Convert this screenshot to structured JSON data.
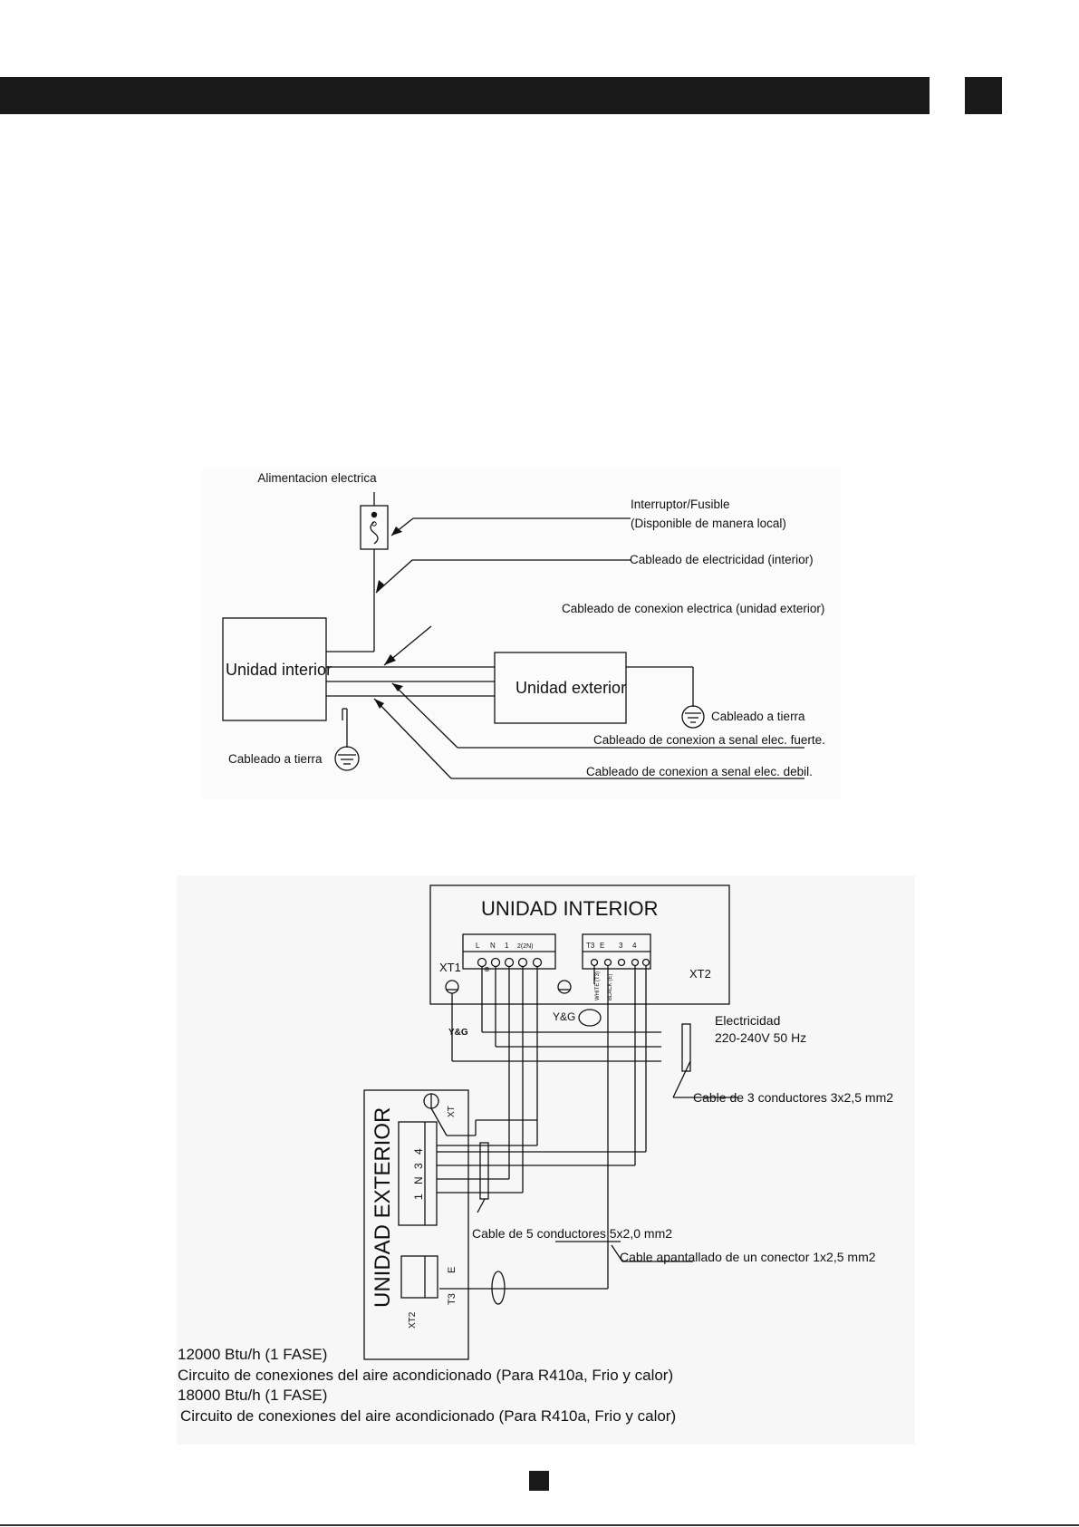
{
  "colors": {
    "bar": "#1a1a1a",
    "line": "#111111",
    "figure_bg": "#f7f7f7"
  },
  "figure1": {
    "power_supply": "Alimentacion electrica",
    "switch_fuse_line1": "Interruptor/Fusible",
    "switch_fuse_line2": "(Disponible de manera local)",
    "indoor_power_wiring": "Cableado de electricidad (interior)",
    "outdoor_connection_wiring": "Cableado de conexion electrica (unidad exterior)",
    "indoor_unit": "Unidad interior",
    "outdoor_unit": "Unidad exterior",
    "ground_wiring_right": "Cableado a tierra",
    "ground_wiring_left": "Cableado a tierra",
    "strong_signal_wiring": "Cableado de conexion a senal elec. fuerte.",
    "weak_signal_wiring": "Cableado de conexion a senal elec. debil."
  },
  "figure2": {
    "indoor_title": "UNIDAD INTERIOR",
    "outdoor_title": "UNIDAD EXTERIOR",
    "xt1": "XT1",
    "xt2_indoor": "XT2",
    "xt1_terminals": [
      "L",
      "N",
      "1",
      "2(2N)"
    ],
    "xt2_terminals": [
      "T3",
      "E",
      "3",
      "4"
    ],
    "white_label": "WHITE (T3)",
    "black_label": "BLACK (E)",
    "yg_left": "Y&G",
    "yg_right": "Y&G",
    "power_line1": "Electricidad",
    "power_line2": "220-240V   50 Hz",
    "cable_3": "Cable de 3 conductores 3x2,5 mm2",
    "xt_outdoor": "XT",
    "outdoor_terminals": [
      "1",
      "N",
      "3",
      "4"
    ],
    "xt2_outdoor": "XT2",
    "outdoor_e": "E",
    "outdoor_t3": "T3",
    "cable_5": "Cable de 5 conductores 5x2,0 mm2",
    "shielded_cable": "Cable apantallado de un conector 1x2,5 mm2",
    "caption_line1": "12000 Btu/h (1 FASE)",
    "caption_line2": "Circuito de conexiones del aire acondicionado (Para R410a, Frio y calor)",
    "caption_line3": "18000 Btu/h (1 FASE)",
    "caption_line4": "Circuito de conexiones del aire acondicionado (Para R410a, Frio y calor)"
  }
}
